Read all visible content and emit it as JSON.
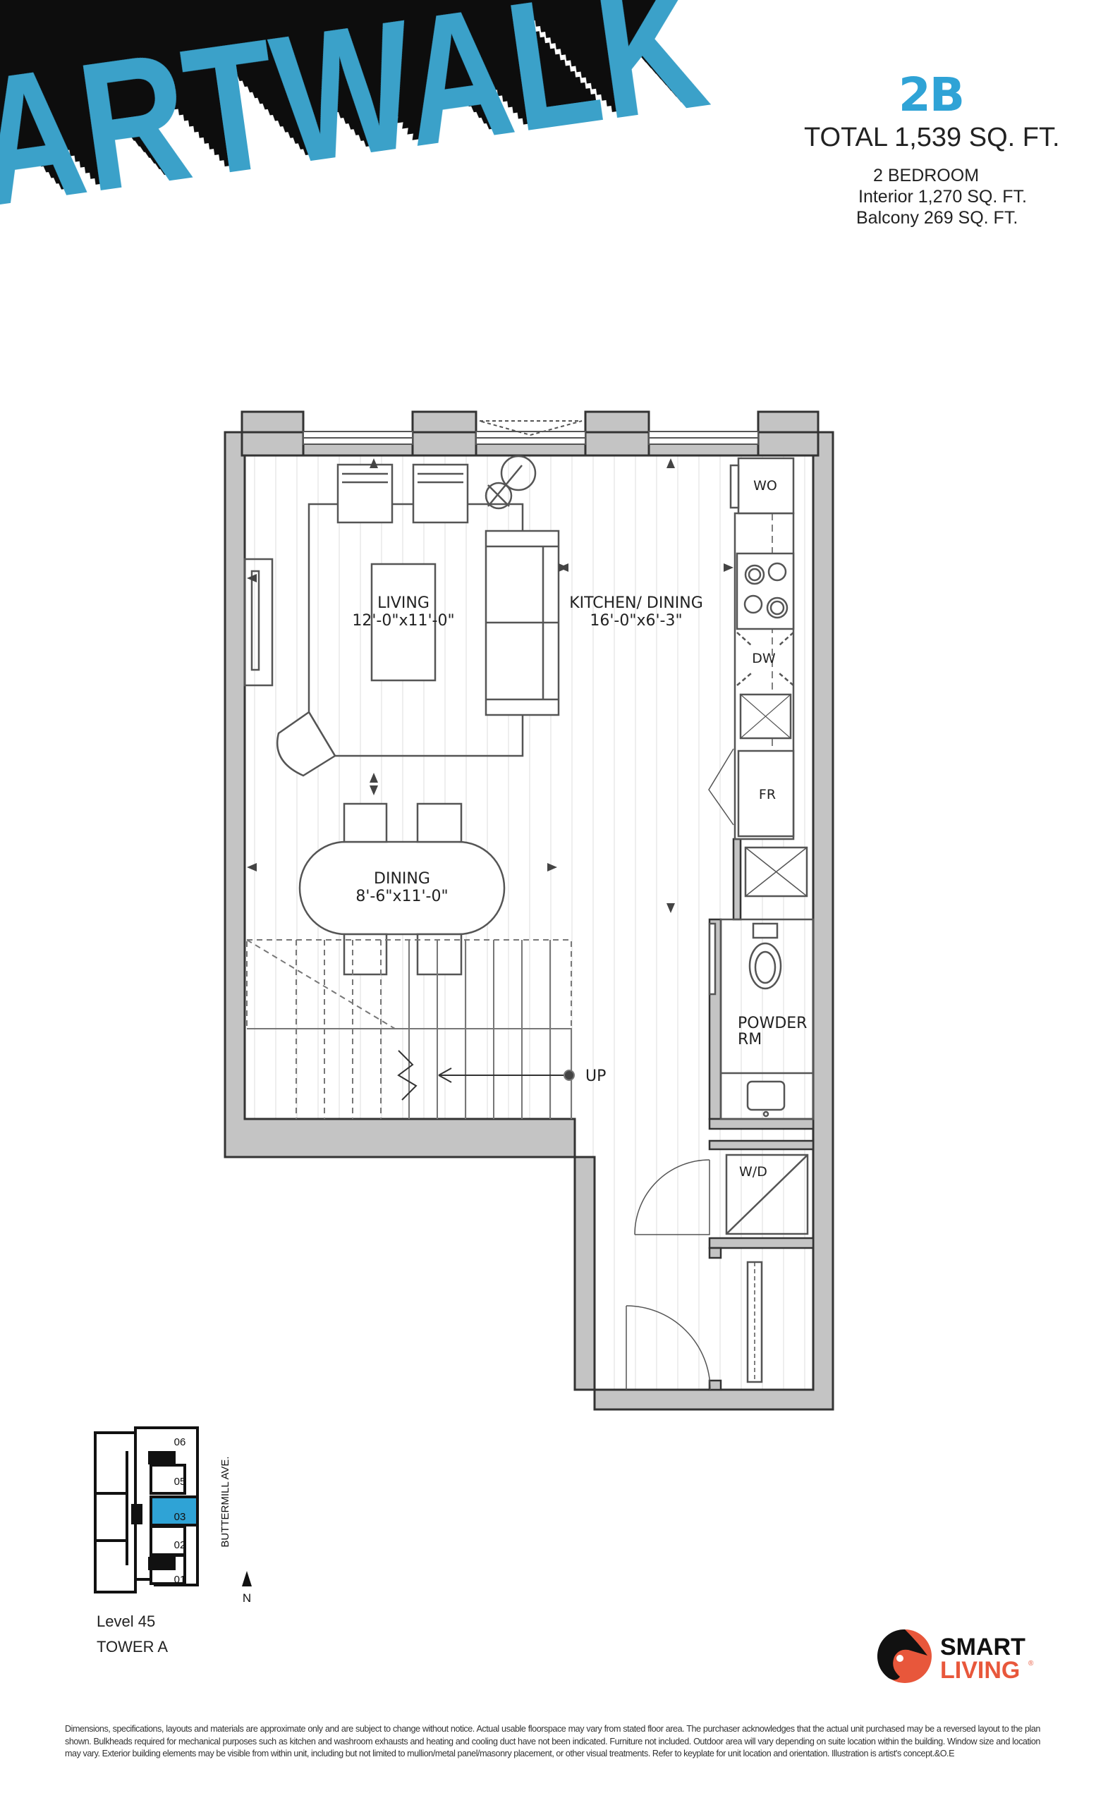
{
  "brand": {
    "logo_text": "ARTWALK",
    "color": "#3aa1c9"
  },
  "unit": {
    "code": "2B",
    "total": "TOTAL 1,539 SQ. FT.",
    "bedrooms": "2 BEDROOM",
    "interior": "Interior 1,270 SQ. FT.",
    "balcony": "Balcony 269 SQ. FT."
  },
  "rooms": {
    "living": {
      "name": "LIVING",
      "dims": "12'-0\"x11'-0\""
    },
    "kitchen": {
      "name": "KITCHEN/ DINING",
      "dims": "16'-0\"x6'-3\""
    },
    "dining": {
      "name": "DINING",
      "dims": "8'-6\"x11'-0\""
    },
    "powder": {
      "name_line1": "POWDER",
      "name_line2": "RM"
    },
    "stairs": "UP"
  },
  "appliances": {
    "wall_oven": "WO",
    "dishwasher": "DW",
    "fridge": "FR",
    "washer_dryer": "W/D"
  },
  "keyplate": {
    "units": [
      "06",
      "05",
      "03",
      "02",
      "01"
    ],
    "highlighted": "03",
    "highlight_color": "#2fa3d6",
    "street": "BUTTERMILL AVE.",
    "north": "N",
    "level": "Level 45",
    "tower": "TOWER A"
  },
  "developer": {
    "line1": "SMART",
    "line2": "LIVING",
    "mark": "®",
    "accent": "#e8573b"
  },
  "disclaimer": "Dimensions, specifications, layouts and materials are approximate only and are subject to change without notice. Actual usable floorspace may vary from stated floor area. The purchaser acknowledges that the actual unit purchased may be a reversed layout to the plan shown. Bulkheads required for mechanical purposes such as kitchen and washroom exhausts and heating and cooling duct have not been indicated. Furniture not included. Outdoor area will vary depending on suite location within the building. Window size and location may vary. Exterior building elements may be visible from within unit, including but not limited to mullion/metal panel/masonry placement, or other visual treatments. Refer to keyplate for unit location and orientation. Illustration is artist's concept.&O.E"
}
